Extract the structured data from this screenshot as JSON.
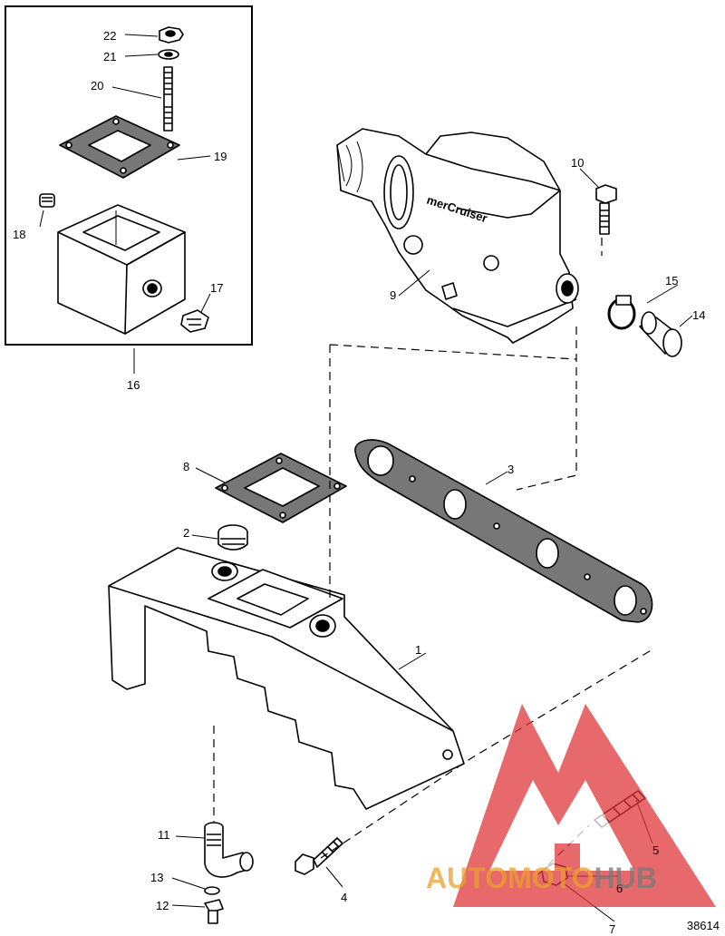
{
  "diagram": {
    "callouts": {
      "c1": "1",
      "c2": "2",
      "c3": "3",
      "c4": "4",
      "c5": "5",
      "c6": "6",
      "c7": "7",
      "c8": "8",
      "c9": "9",
      "c10": "10",
      "c11": "11",
      "c12": "12",
      "c13": "13",
      "c14": "14",
      "c15": "15",
      "c16": "16",
      "c17": "17",
      "c18": "18",
      "c19": "19",
      "c20": "20",
      "c21": "21",
      "c22": "22"
    },
    "elbow_brand": "merCruiser",
    "figure_ref": "38614"
  },
  "watermark": {
    "part_a": "AUTOMOTO",
    "part_b": "HUB",
    "color_a": "#e8a028",
    "color_b": "#7a7a7a",
    "logo_color": "#e0373a"
  }
}
